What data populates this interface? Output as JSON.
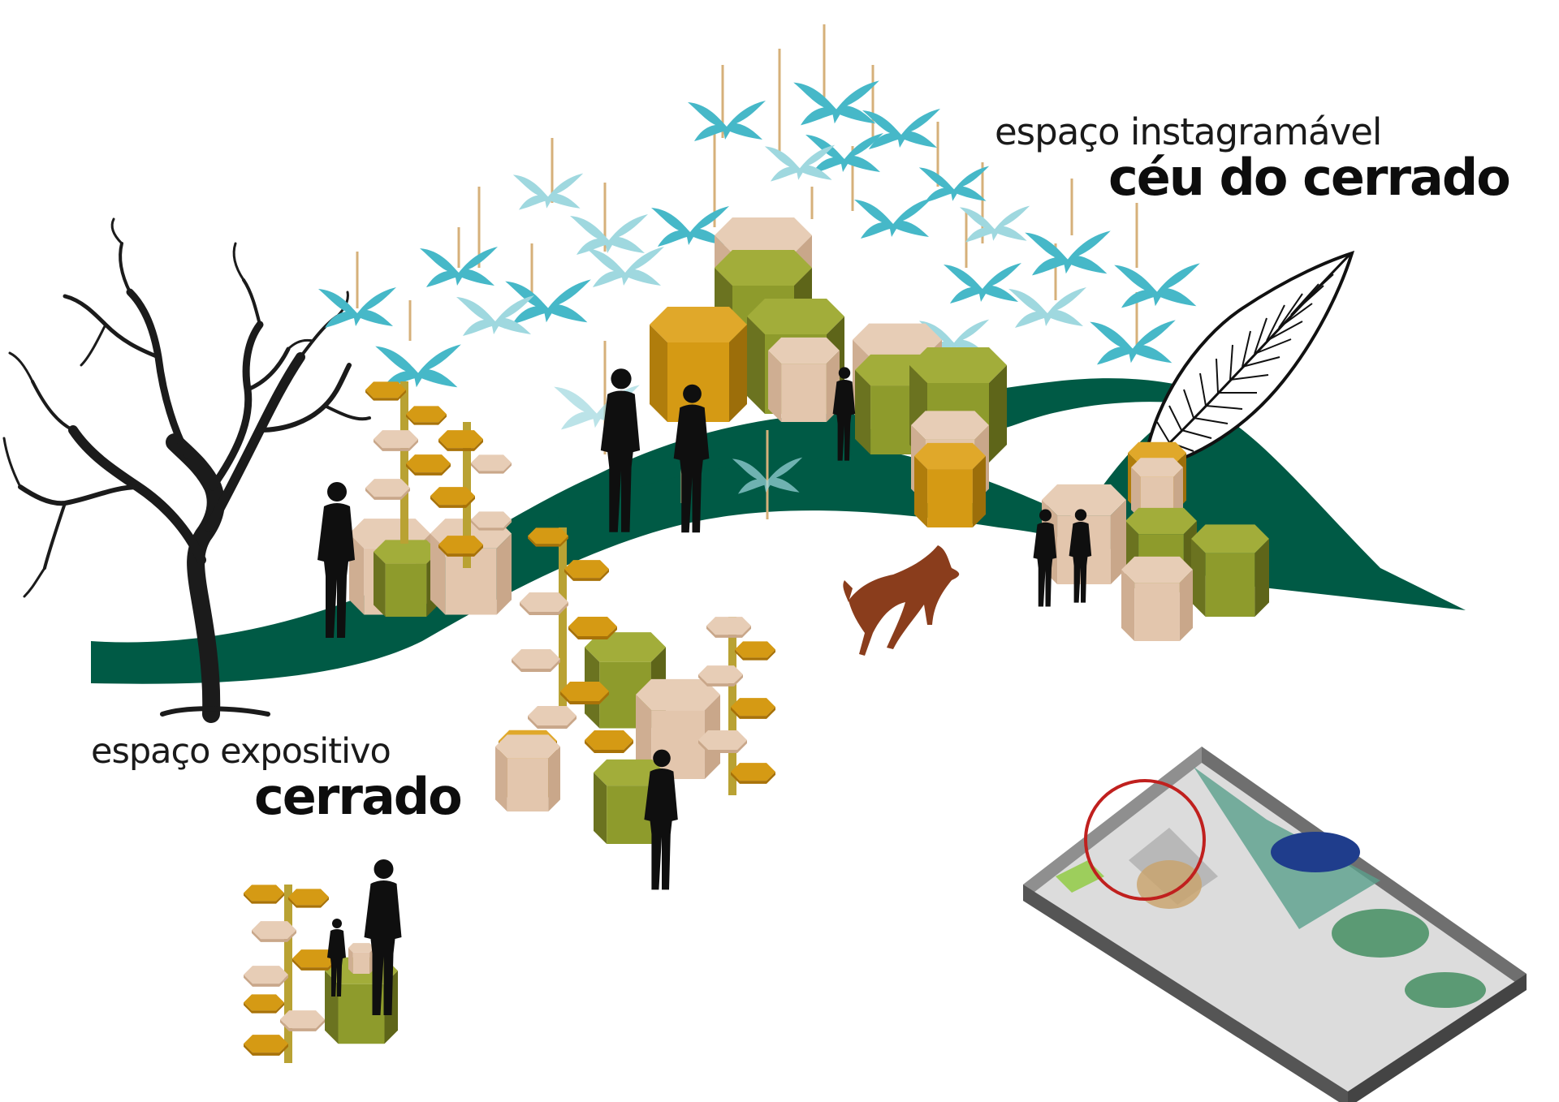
{
  "labels": {
    "instagram_line1": "espaço  instagramável",
    "instagram_line2": "céu do cerrado",
    "expo_line1": "espaço expositivo",
    "expo_line2": "cerrado"
  },
  "colors": {
    "path_green": "#005a45",
    "bird_teal": "#46b8c8",
    "bird_light": "#9fd8df",
    "hex_beige": "#e3c6ad",
    "hex_olive": "#8e9b2c",
    "hex_ochre": "#d59a14",
    "hex_dark_olive": "#6b7320",
    "wolf_brown": "#8a3d1c",
    "highlight_circle": "#c0201e",
    "silhouette": "#0f0f0f"
  },
  "icons": [
    "tree-icon",
    "feather-icon",
    "bird-icon",
    "person-silhouette-icon",
    "maned-wolf-icon",
    "floor-plan-icon"
  ]
}
